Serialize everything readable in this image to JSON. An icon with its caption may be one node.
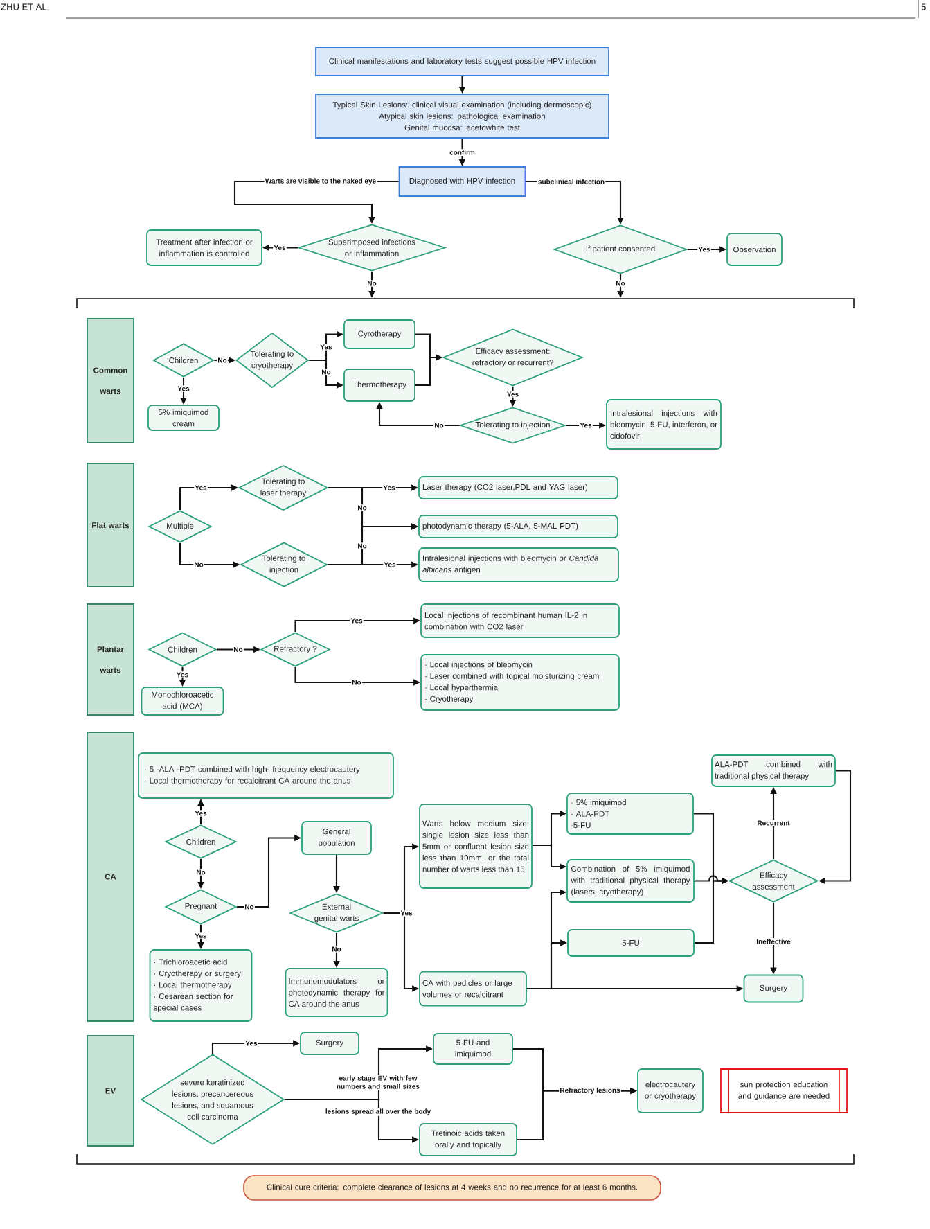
{
  "diagram": {
    "nodes": [
      {
        "text": [
          "Clinical manifestations and laboratory tests suggest possible HPV infection"
        ]
      },
      {
        "text": [
          "Typical Skin Lesions: clinical visual examination (including dermoscopic)",
          "Atypical skin lesions: pathological examination",
          "Genital mucosa: acetowhite test"
        ]
      },
      {
        "text": [
          "Diagnosed with HPV infection"
        ]
      },
      {
        "text": [
          "Treatment after infection or inflammation is controlled"
        ]
      },
      {
        "text": [
          "Superimposed infections or inflammation"
        ]
      },
      {
        "text": [
          "If patient consented"
        ]
      },
      {
        "text": [
          "Observation"
        ]
      },
      {
        "text": [
          "Common warts"
        ]
      },
      {
        "text": [
          "Children"
        ]
      },
      {
        "text": [
          "5% imiquimod cream"
        ]
      },
      {
        "text": [
          "Tolerating to cryotherapy"
        ]
      },
      {
        "text": [
          "Cyrotherapy"
        ]
      },
      {
        "text": [
          "Thermotherapy"
        ]
      },
      {
        "text": [
          "Efficacy assessment: refractory or recurrent?"
        ]
      },
      {
        "text": [
          "Tolerating to injection"
        ]
      },
      {
        "text": [
          "Intralesional injections with bleomycin, 5-FU, interferon, or cidofovir"
        ]
      },
      {
        "text": [
          "Flat warts"
        ]
      },
      {
        "text": [
          "Multiple"
        ]
      },
      {
        "text": [
          "Tolerating to laser therapy"
        ]
      },
      {
        "text": [
          "Tolerating to injection"
        ]
      },
      {
        "text": [
          "Laser therapy (CO2 laser,PDL and YAG laser)"
        ]
      },
      {
        "text": [
          "photodynamic therapy (5-ALA, 5-MAL PDT)"
        ]
      },
      {
        "text": [
          "Intralesional injections with bleomycin or *Candida albicans* antigen"
        ]
      },
      {
        "text": [
          "Plantar warts"
        ]
      },
      {
        "text": [
          "Children"
        ]
      },
      {
        "text": [
          "Monochloroacetic acid (MCA)"
        ]
      },
      {
        "text": [
          "Refractory ?"
        ]
      },
      {
        "text": [
          "Local injections of recombinant human IL-2 in combination with CO2 laser"
        ]
      },
      {
        "text": [
          "· Local injections of bleomycin",
          "· Laser combined with topical moisturizing cream",
          "· Local hyperthermia",
          "· Cryotherapy"
        ]
      },
      {
        "text": [
          "CA"
        ]
      },
      {
        "text": [
          "· 5 -ALA -PDT combined with high- frequency electrocautery",
          "· Local thermotherapy for recalcitrant CA around the anus"
        ]
      },
      {
        "text": [
          "Children"
        ]
      },
      {
        "text": [
          "Pregnant"
        ]
      },
      {
        "text": [
          "· Trichloroacetic acid",
          "· Cryotherapy or surgery",
          "· Local thermotherapy",
          "· Cesarean section for special cases"
        ]
      },
      {
        "text": [
          "General population"
        ]
      },
      {
        "text": [
          "External genital warts"
        ]
      },
      {
        "text": [
          "Immunomodulators or photodynamic therapy for CA around the anus"
        ]
      },
      {
        "text": [
          "Warts below medium size: single lesion size less than 5mm or confluent lesion size less than 10mm, or the total number of warts less than 15."
        ]
      },
      {
        "text": [
          "CA with pedicles or large volumes or recalcitrant"
        ]
      },
      {
        "text": [
          "· 5% imiquimod",
          "· ALA-PDT",
          "·5-FU"
        ]
      },
      {
        "text": [
          "Combination of 5% imiquimod with traditional physical therapy (lasers, cryotherapy)"
        ]
      },
      {
        "text": [
          "5-FU"
        ]
      },
      {
        "text": [
          "ALA-PDT combined with traditional physical therapy"
        ]
      },
      {
        "text": [
          "Efficacy assessment"
        ]
      },
      {
        "text": [
          "Surgery"
        ]
      },
      {
        "text": [
          "EV"
        ]
      },
      {
        "text": [
          "severe keratinized lesions, precancereous lesions, and squamous cell carcinoma"
        ]
      },
      {
        "text": [
          "Surgery"
        ]
      },
      {
        "text": [
          "5-FU and imiquimod"
        ]
      },
      {
        "text": [
          "Tretinoic acids taken orally and topically"
        ]
      },
      {
        "text": [
          "electrocautery or cryotherapy"
        ]
      },
      {
        "text": [
          "sun protection education and guidance are needed"
        ]
      },
      {
        "text": [
          "Clinical cure criteria: complete clearance of lesions at 4 weeks and no recurrence for at least 6 months."
        ]
      }
    ],
    "edges": [
      {
        "from": 0,
        "to": 1,
        "arrow": "to"
      },
      {
        "from": 1,
        "to": 2,
        "arrow": "to",
        "label": "confirm"
      },
      {
        "from": 2,
        "to": 4,
        "arrow": "to",
        "label": "Warts are visible to the naked eye"
      },
      {
        "from": 2,
        "to": 5,
        "arrow": "to",
        "label": "subclinical infection"
      },
      {
        "from": 4,
        "to": 3,
        "arrow": "to",
        "label": "Yes"
      },
      {
        "from": 5,
        "to": 6,
        "arrow": "to",
        "label": "Yes"
      },
      {
        "from": 4,
        "to": null,
        "arrow": "to",
        "label": "No"
      },
      {
        "from": 5,
        "to": null,
        "arrow": "to",
        "label": "No"
      },
      {
        "from": 8,
        "to": 10,
        "arrow": "to",
        "label": "No"
      },
      {
        "from": 8,
        "to": 9,
        "arrow": "to",
        "label": "Yes"
      },
      {
        "from": 10,
        "to": 11,
        "arrow": "to",
        "label": "Yes"
      },
      {
        "from": 10,
        "to": 12,
        "arrow": "to",
        "label": "No"
      },
      {
        "from": 11,
        "to": 13,
        "arrow": "to"
      },
      {
        "from": 12,
        "to": 13,
        "arrow": "to"
      },
      {
        "from": 13,
        "to": 14,
        "arrow": "to",
        "label": "Yes"
      },
      {
        "from": 14,
        "to": 15,
        "arrow": "to",
        "label": "Yes"
      },
      {
        "from": 14,
        "to": 12,
        "arrow": "to",
        "label": "No"
      },
      {
        "from": 17,
        "to": 18,
        "arrow": "to",
        "label": "Yes"
      },
      {
        "from": 17,
        "to": 19,
        "arrow": "to",
        "label": "No"
      },
      {
        "from": 18,
        "to": 20,
        "arrow": "to",
        "label": "Yes"
      },
      {
        "from": 18,
        "to": 21,
        "arrow": "to",
        "label": "No"
      },
      {
        "from": 19,
        "to": 21,
        "arrow": "to",
        "label": "No"
      },
      {
        "from": 19,
        "to": 22,
        "arrow": "to",
        "label": "Yes"
      },
      {
        "from": 24,
        "to": 26,
        "arrow": "to",
        "label": "No"
      },
      {
        "from": 24,
        "to": 25,
        "arrow": "to",
        "label": "Yes"
      },
      {
        "from": 26,
        "to": 27,
        "arrow": "to",
        "label": "Yes"
      },
      {
        "from": 26,
        "to": 28,
        "arrow": "to",
        "label": "No"
      },
      {
        "from": 31,
        "to": 30,
        "arrow": "to",
        "label": "Yes"
      },
      {
        "from": 31,
        "to": 32,
        "arrow": "to",
        "label": "No"
      },
      {
        "from": 32,
        "to": 33,
        "arrow": "to",
        "label": "Yes"
      },
      {
        "from": 32,
        "to": 34,
        "arrow": "to",
        "label": "No"
      },
      {
        "from": 34,
        "to": 35,
        "arrow": "to"
      },
      {
        "from": 35,
        "to": 36,
        "arrow": "to",
        "label": "No"
      },
      {
        "from": 35,
        "to": 37,
        "arrow": "to",
        "label": "Yes"
      },
      {
        "from": 35,
        "to": 38,
        "arrow": "to"
      },
      {
        "from": 37,
        "to": 39,
        "arrow": "to"
      },
      {
        "from": 37,
        "to": 40,
        "arrow": "to"
      },
      {
        "from": 38,
        "to": 40,
        "arrow": "to"
      },
      {
        "from": 38,
        "to": 41,
        "arrow": "to"
      },
      {
        "from": 38,
        "to": 44,
        "arrow": "to"
      },
      {
        "from": 39,
        "to": 43,
        "arrow": "to"
      },
      {
        "from": 40,
        "to": 43,
        "arrow": "to"
      },
      {
        "from": 41,
        "to": 43,
        "arrow": "to"
      },
      {
        "from": 43,
        "to": 42,
        "arrow": "to",
        "label": "Recurrent"
      },
      {
        "from": 42,
        "to": 43,
        "arrow": "to"
      },
      {
        "from": 43,
        "to": 44,
        "arrow": "to",
        "label": "Ineffective"
      },
      {
        "from": 46,
        "to": 47,
        "arrow": "to",
        "label": "Yes"
      },
      {
        "from": 46,
        "to": 48,
        "arrow": "to",
        "label": "early stage EV with few numbers and small sizes"
      },
      {
        "from": 46,
        "to": 49,
        "arrow": "to",
        "label": "lesions spread all over the body"
      },
      {
        "from": 48,
        "to": 50,
        "arrow": "to",
        "label": "Refractory lesions"
      },
      {
        "from": 49,
        "to": 50,
        "arrow": "to"
      }
    ],
    "labels": [
      "ZHU ET AL.",
      "5"
    ]
  }
}
